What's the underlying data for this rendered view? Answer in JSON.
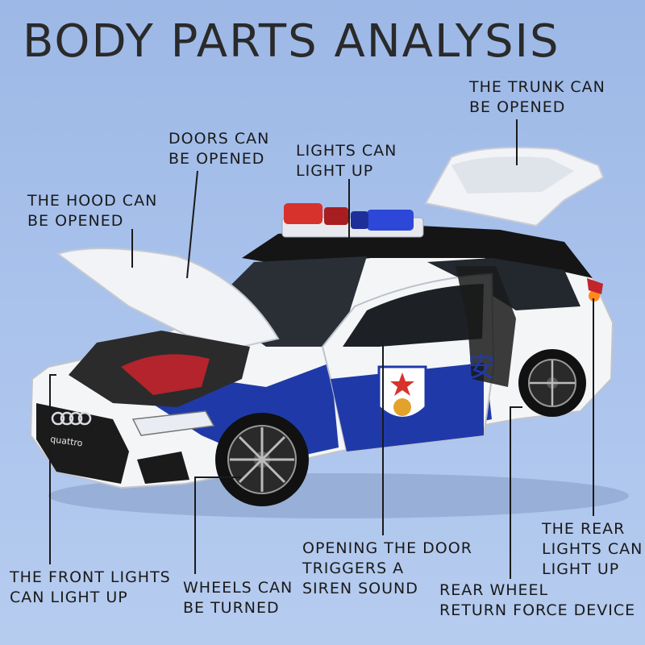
{
  "title": "BODY PARTS ANALYSIS",
  "callouts": {
    "trunk": [
      "THE TRUNK CAN",
      "BE OPENED"
    ],
    "doors": [
      "DOORS CAN",
      "BE OPENED"
    ],
    "lights": [
      "LIGHTS CAN",
      "LIGHT UP"
    ],
    "hood": [
      "THE HOOD CAN",
      "BE OPENED"
    ],
    "front_lights": [
      "THE FRONT LIGHTS",
      "CAN LIGHT UP"
    ],
    "wheels": [
      "WHEELS CAN",
      "BE TURNED"
    ],
    "door_siren": [
      "OPENING THE DOOR",
      "TRIGGERS A",
      "SIREN SOUND"
    ],
    "rear_wheel": [
      "REAR WHEEL",
      "RETURN FORCE DEVICE"
    ],
    "rear_lights": [
      "THE REAR",
      "LIGHTS CAN",
      "LIGHT UP"
    ]
  },
  "car": {
    "grille_text": "quattro",
    "badge_text": "安",
    "colors": {
      "body": "#f4f5f7",
      "stripe": "#1f3aa8",
      "roof": "#141414",
      "light_red": "#d8322c",
      "light_blue": "#2d48d8",
      "background": "#a9c2ec"
    }
  }
}
